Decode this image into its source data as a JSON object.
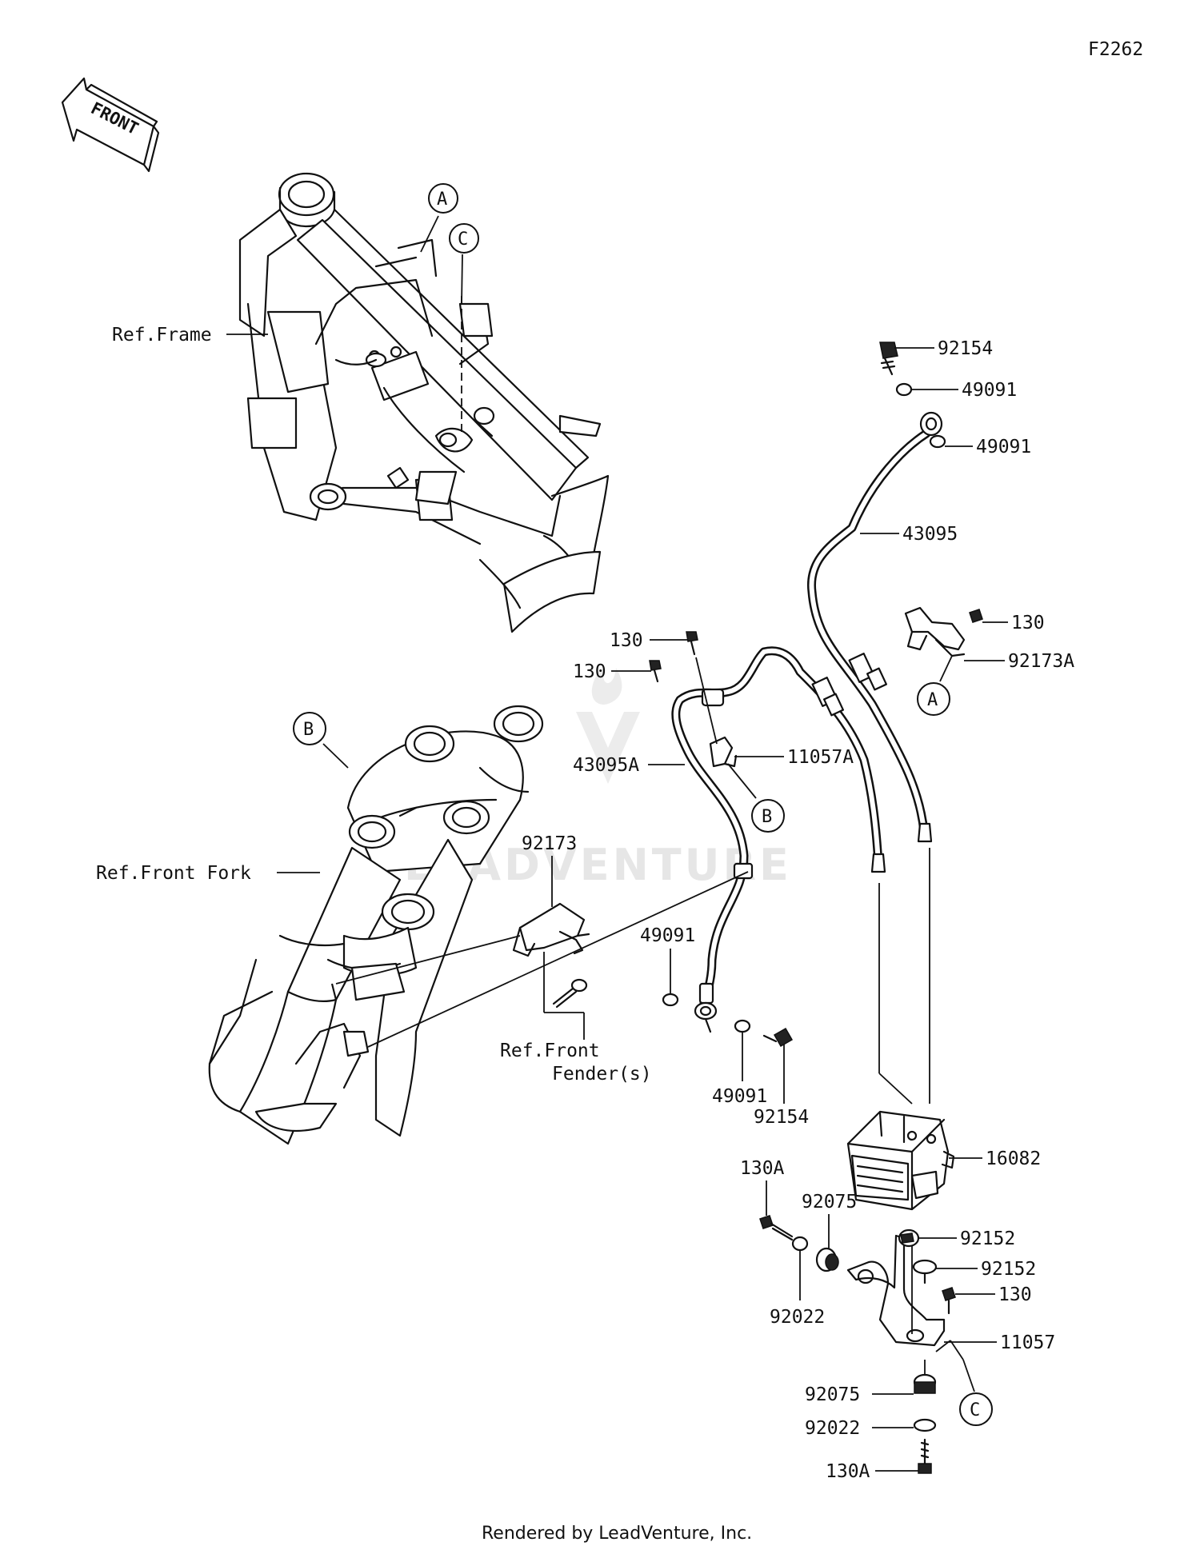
{
  "figure_id": "F2262",
  "front_arrow": {
    "label": "FRONT",
    "icon": "front-direction-arrow-icon"
  },
  "references": {
    "frame": "Ref.Frame",
    "front_fork": "Ref.Front Fork",
    "front_fender_line1": "Ref.Front",
    "front_fender_line2": "Fender(s)"
  },
  "callouts": {
    "a": "A",
    "b": "B",
    "c": "C"
  },
  "parts": {
    "p92154_top": "92154",
    "p49091_top1": "49091",
    "p49091_top2": "49091",
    "p43095": "43095",
    "p130_right": "130",
    "p92173A": "92173A",
    "p130_mid1": "130",
    "p130_mid2": "130",
    "p11057A": "11057A",
    "p43095A": "43095A",
    "p92173": "92173",
    "p49091_mid": "49091",
    "p49091_low": "49091",
    "p92154_low": "92154",
    "p16082": "16082",
    "p130A_top": "130A",
    "p92075_top": "92075",
    "p92152_a": "92152",
    "p92152_b": "92152",
    "p130_low": "130",
    "p92022_top": "92022",
    "p11057": "11057",
    "p92075_low": "92075",
    "p92022_low": "92022",
    "p130A_low": "130A"
  },
  "watermark": "LEADVENTURE",
  "footer": "Rendered by LeadVenture, Inc."
}
